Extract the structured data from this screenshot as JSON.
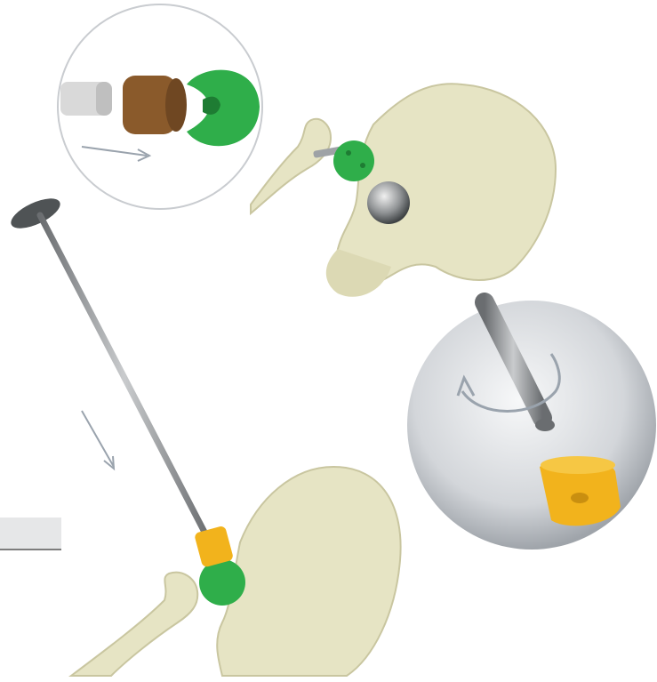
{
  "figure": {
    "steps": [
      {
        "id": "step-1",
        "description_visible_text": ""
      },
      {
        "id": "step-2",
        "description_visible_text": ""
      }
    ],
    "caption_box_text": "",
    "colors": {
      "bone": "#e6e4c4",
      "bone_shadow": "#c9c6a0",
      "trial_head_green": "#2fae4a",
      "adapter_brown": "#8a5a2b",
      "taper_silver": "#cfcfcf",
      "cup_metal": "#8f9294",
      "sleeve_yellow": "#f2b31c",
      "handle_grey": "#8c8f92",
      "arrow_grey": "#9aa3ad"
    },
    "icons": [
      "detail-circle-assembly",
      "detail-circle-rotation",
      "direction-arrow",
      "rotation-arrow"
    ]
  }
}
